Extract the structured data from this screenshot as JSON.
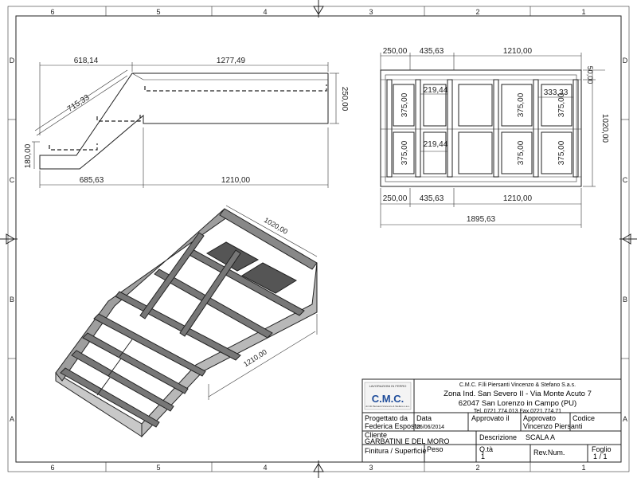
{
  "border": {
    "col_top": [
      "6",
      "5",
      "4",
      "3",
      "2",
      "1"
    ],
    "col_bottom": [
      "6",
      "5",
      "4",
      "3",
      "2",
      "1"
    ],
    "row_left": [
      "D",
      "C",
      "B",
      "A"
    ],
    "row_right": [
      "D",
      "C",
      "B",
      "A"
    ]
  },
  "side_view": {
    "dim_top_left": "618,14",
    "dim_top_right": "1277,49",
    "dim_diag": "715,33",
    "dim_right": "250,00",
    "dim_left": "180,00",
    "dim_bottom_left": "685,63",
    "dim_bottom_right": "1210,00"
  },
  "top_view": {
    "dim_top_a": "250,00",
    "dim_top_b": "435,63",
    "dim_top_c": "1210,00",
    "dim_50": "50,00",
    "dim_right": "1020,00",
    "dim_219_a": "219,44",
    "dim_219_b": "219,44",
    "dim_333": "333,33",
    "dim_375": [
      "375,00",
      "375,00",
      "375,00",
      "375,00",
      "375,00",
      "375,00"
    ],
    "dim_bot_a": "250,00",
    "dim_bot_b": "435,63",
    "dim_bot_c": "1210,00",
    "dim_total": "1895,63"
  },
  "iso_view": {
    "dim_width": "1020,00",
    "dim_length": "1210,00"
  },
  "title_block": {
    "logo_top": "LAVORAZIONI IN FERRO",
    "logo_name": "C.M.C.",
    "logo_sub": "di F.lli Piersanti Vincenzo & Stefano s.a.s.",
    "company": "C.M.C. F.lli Piersanti Vincenzo & Stefano S.a.s.",
    "address1": "Zona Ind. San Severo II - Via Monte Acuto 7",
    "address2": "62047 San Lorenzo in Campo (PU)",
    "phone": "Tel. 0721.774.013 Fax 0721.774.71",
    "designed_label": "Progettato da",
    "designed_value": "Federica Esposto",
    "date_label": "Data",
    "date_value": "26/06/2014",
    "approved_label": "Approvato il",
    "approved_by_label": "Approvato",
    "approved_by_value": "Vincenzo Piersanti",
    "code_label": "Codice",
    "client_label": "Cliente",
    "client_value": "GARBATINI E DEL MORO",
    "description_label": "Descrizione",
    "description_value": "SCALA A",
    "finish_label": "Finitura / Superficie",
    "weight_label": "Peso",
    "qty_label": "Q.tà",
    "qty_value": "1",
    "rev_label": "Rev.Num.",
    "sheet_label": "Foglio",
    "sheet_value": "1 / 1"
  }
}
